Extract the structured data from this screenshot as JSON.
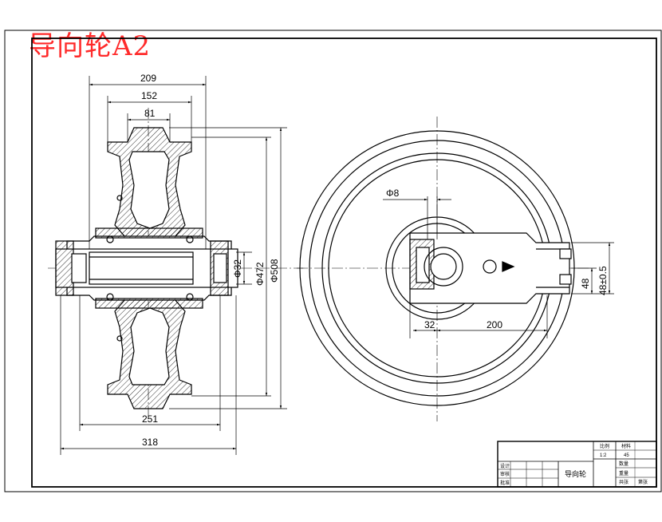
{
  "title": "导向轮A2",
  "dimensions": {
    "d209": "209",
    "d152": "152",
    "d81": "81",
    "d251": "251",
    "d318": "318",
    "phi32": "Φ32",
    "phi472": "Φ472",
    "phi508": "Φ508",
    "phi8": "Φ8",
    "d32": "32",
    "d200": "200",
    "d48": "48",
    "d48tol": "48±0.5"
  },
  "title_block": {
    "part_name": "导向轮",
    "label_design": "设计",
    "label_check": "审核",
    "label_approve": "批准",
    "scale_head": "比例",
    "scale_value": "1:2",
    "material_head": "材料",
    "material_value": "45",
    "qty_label": "数量",
    "weight_label": "重量",
    "sheet_a": "共张",
    "sheet_b": "第张"
  },
  "colors": {
    "title_red": "#ff2a2a",
    "line": "#000000",
    "hatch": "#000000"
  }
}
